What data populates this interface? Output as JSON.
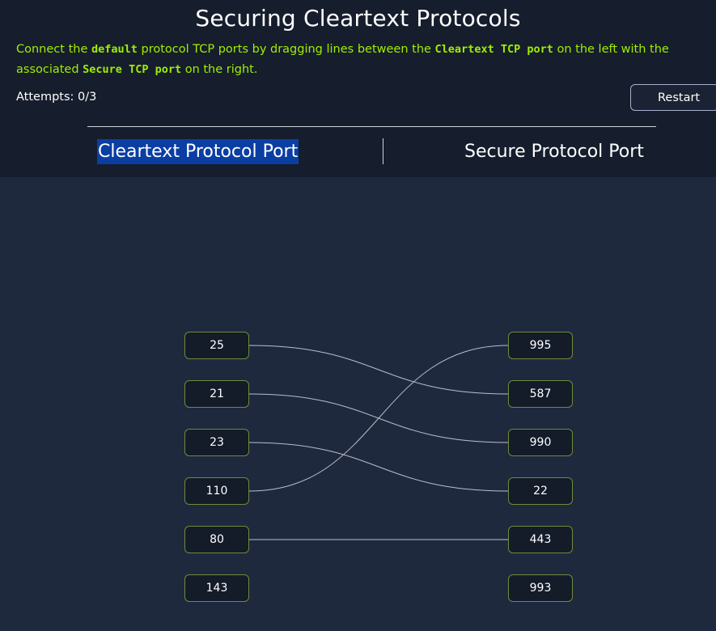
{
  "title": "Securing Cleartext Protocols",
  "instructions": {
    "p1": "Connect the ",
    "k1": "default",
    "p2": " protocol TCP ports by dragging lines between the ",
    "k2": "Cleartext TCP port",
    "p3": " on the left with the associated ",
    "k3": "Secure TCP port",
    "p4": " on the right."
  },
  "attempts": "Attempts: 0/3",
  "restart_label": "Restart",
  "columns": {
    "left": "Cleartext Protocol Port",
    "right": "Secure Protocol Port"
  },
  "left_ports": [
    "25",
    "21",
    "23",
    "110",
    "80",
    "143"
  ],
  "right_ports": [
    "995",
    "587",
    "990",
    "22",
    "443",
    "993"
  ],
  "connections": [
    {
      "from": "25",
      "to": "587"
    },
    {
      "from": "21",
      "to": "990"
    },
    {
      "from": "23",
      "to": "22"
    },
    {
      "from": "110",
      "to": "995"
    },
    {
      "from": "80",
      "to": "443"
    }
  ],
  "colors": {
    "accent_green": "#9fef00",
    "header_bg": "#161d2d",
    "body_bg": "#1f293e",
    "selection": "#0b3ea3",
    "port_border": "#6f8a3a"
  }
}
